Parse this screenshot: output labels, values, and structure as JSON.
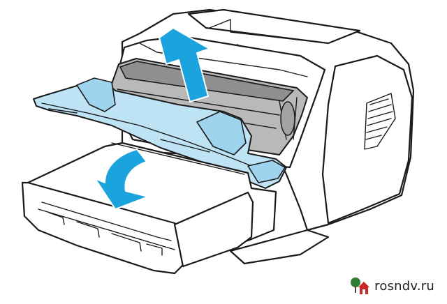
{
  "figure": {
    "highlight_color": "#bde3f5",
    "arrow_color": "#1aa3dd",
    "cartridge_color": "#b9b9b9",
    "icons": [
      "printer-illustration",
      "toner-cartridge",
      "open-cover-arrow",
      "lift-out-arrow"
    ]
  },
  "watermark": {
    "text": "rosndv.ru",
    "logo": "house-tree-logo-icon",
    "logo_colors": {
      "tree": "#2e7d32",
      "house": "#c62828"
    }
  }
}
